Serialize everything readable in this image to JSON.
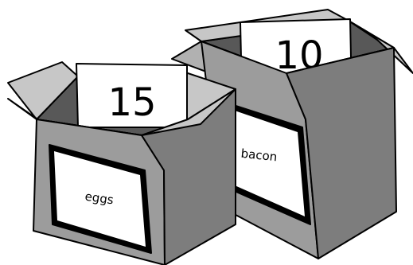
{
  "boxes": [
    {
      "id": "eggs",
      "label": "eggs",
      "count": "15"
    },
    {
      "id": "bacon",
      "label": "bacon",
      "count": "10"
    }
  ],
  "colors": {
    "box_front": "#9c9c9c",
    "box_side": "#7d7d7d",
    "box_inside": "#585858",
    "flap": "#c7c7c7",
    "flap_dark": "#b1b1b1",
    "label_panel": "#ffffff",
    "card": "#ffffff",
    "stroke": "#000000"
  }
}
